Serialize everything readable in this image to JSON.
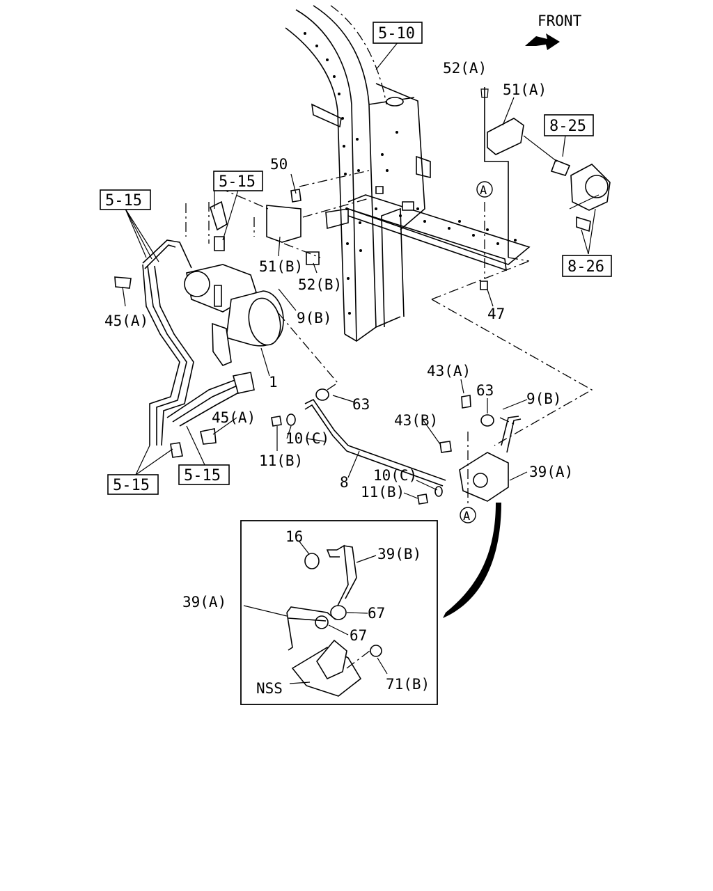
{
  "direction": {
    "label": "FRONT"
  },
  "callout_boxes": [
    {
      "id": "box-5-10",
      "text": "5-10"
    },
    {
      "id": "box-8-25",
      "text": "8-25"
    },
    {
      "id": "box-5-15-top",
      "text": "5-15"
    },
    {
      "id": "box-5-15-left",
      "text": "5-15"
    },
    {
      "id": "box-8-26",
      "text": "8-26"
    },
    {
      "id": "box-5-15-right",
      "text": "5-15"
    },
    {
      "id": "box-5-15-bottom",
      "text": "5-15"
    }
  ],
  "labels": [
    {
      "id": "52A",
      "text": "52(A)"
    },
    {
      "id": "51A",
      "text": "51(A)"
    },
    {
      "id": "50",
      "text": "50"
    },
    {
      "id": "A-top",
      "text": "A"
    },
    {
      "id": "51B",
      "text": "51(B)"
    },
    {
      "id": "52B",
      "text": "52(B)"
    },
    {
      "id": "45A-top",
      "text": "45(A)"
    },
    {
      "id": "9B-left",
      "text": "9(B)"
    },
    {
      "id": "47",
      "text": "47"
    },
    {
      "id": "1",
      "text": "1"
    },
    {
      "id": "43A",
      "text": "43(A)"
    },
    {
      "id": "63-right",
      "text": "63"
    },
    {
      "id": "9B-right",
      "text": "9(B)"
    },
    {
      "id": "63-left",
      "text": "63"
    },
    {
      "id": "45A-bottom",
      "text": "45(A)"
    },
    {
      "id": "43B",
      "text": "43(B)"
    },
    {
      "id": "10C-left",
      "text": "10(C)"
    },
    {
      "id": "11B-left",
      "text": "11(B)"
    },
    {
      "id": "39A-right",
      "text": "39(A)"
    },
    {
      "id": "10C-right",
      "text": "10(C)"
    },
    {
      "id": "8",
      "text": "8"
    },
    {
      "id": "11B-right",
      "text": "11(B)"
    },
    {
      "id": "A-bottom",
      "text": "A"
    },
    {
      "id": "16",
      "text": "16"
    },
    {
      "id": "39B",
      "text": "39(B)"
    },
    {
      "id": "39A-inset",
      "text": "39(A)"
    },
    {
      "id": "67-upper",
      "text": "67"
    },
    {
      "id": "67-lower",
      "text": "67"
    },
    {
      "id": "71B",
      "text": "71(B)"
    },
    {
      "id": "NSS",
      "text": "NSS"
    }
  ]
}
